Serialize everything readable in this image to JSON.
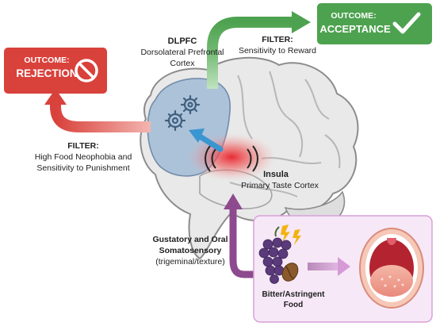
{
  "outcome_rejection": {
    "title": "OUTCOME:",
    "label": "REJECTION",
    "icon": "prohibited-icon",
    "color": "#d9413b"
  },
  "outcome_acceptance": {
    "title": "OUTCOME:",
    "label": "ACCEPTANCE",
    "icon": "checkmark-icon",
    "color": "#4da24f"
  },
  "dlpfc": {
    "title": "DLPFC",
    "line1": "Dorsolateral Prefrontal",
    "line2": "Cortex"
  },
  "filter_reward": {
    "title": "FILTER:",
    "text": "Sensitivity to Reward"
  },
  "filter_punishment": {
    "title": "FILTER:",
    "line1": "High Food Neophobia and",
    "line2": "Sensitivity to Punishment"
  },
  "insula": {
    "title": "Insula",
    "text": "Primary Taste Cortex"
  },
  "gustatory": {
    "line1": "Gustatory and Oral",
    "line2": "Somatosensory",
    "line3": "(trigeminal/texture)"
  },
  "food": {
    "line1": "Bitter/Astringent",
    "line2": "Food"
  },
  "icons": [
    "gears-icon",
    "grapes-icon",
    "coffee-bean-icon",
    "lightning-icon",
    "open-mouth-icon",
    "brain-icon"
  ],
  "colors": {
    "brain_gray": "#e6e6e6",
    "prefrontal_blue": "#a9c0d8",
    "food_box_bg": "#f7e8f7",
    "food_box_border": "#d9a0d9",
    "arrow_purple": "#8e4a8e",
    "arrow_blue": "#3b95d0"
  }
}
